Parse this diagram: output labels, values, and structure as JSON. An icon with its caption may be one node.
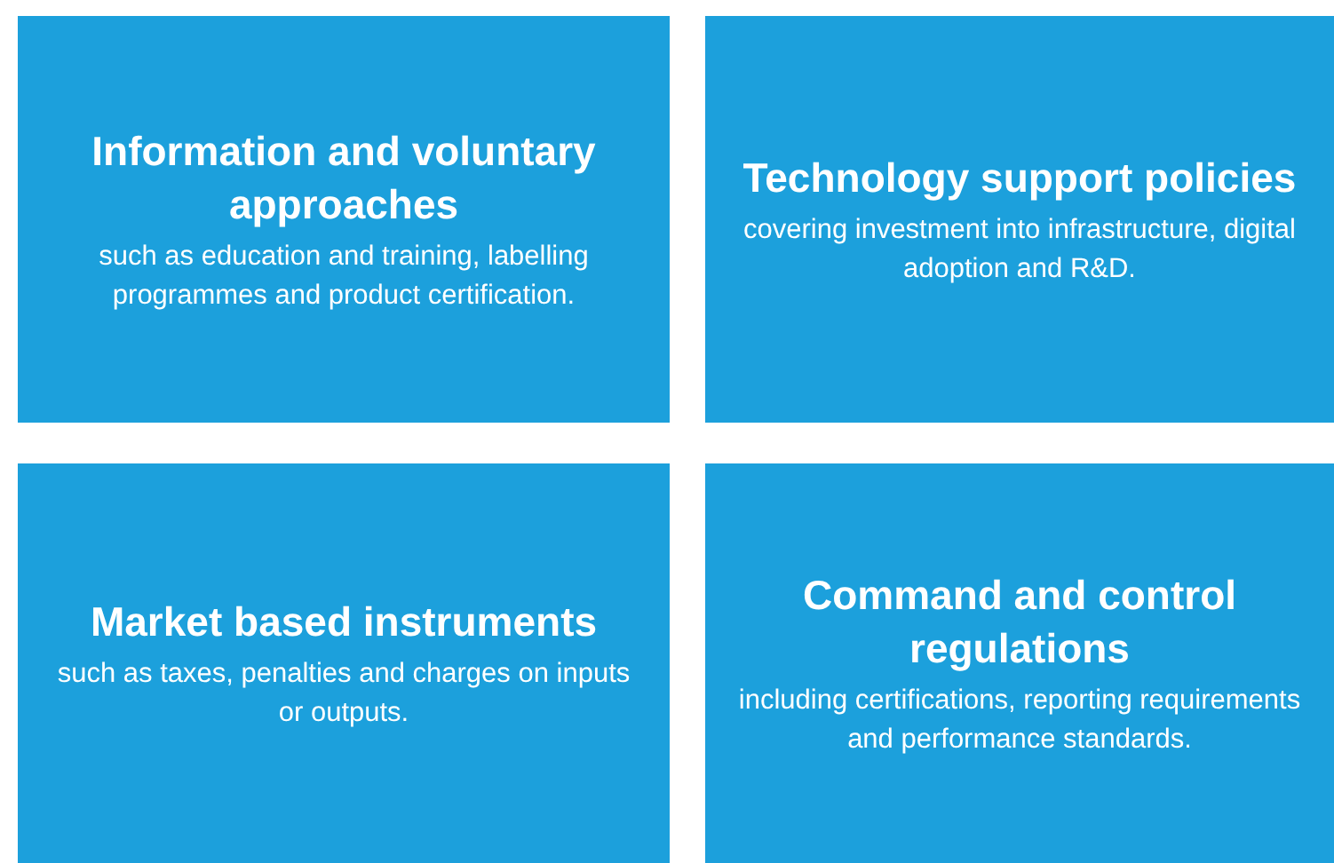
{
  "diagram": {
    "nodes": [
      {
        "text": [
          "Information and voluntary approaches",
          "such as education and training, labelling programmes and product certification."
        ]
      },
      {
        "text": [
          "Technology support policies",
          "covering investment into infrastructure, digital adoption and R&D."
        ]
      },
      {
        "text": [
          "Market based instruments",
          "such as taxes, penalties and charges on inputs or outputs."
        ]
      },
      {
        "text": [
          "Command and control regulations",
          "including certifications, reporting requirements and performance standards."
        ]
      }
    ]
  }
}
